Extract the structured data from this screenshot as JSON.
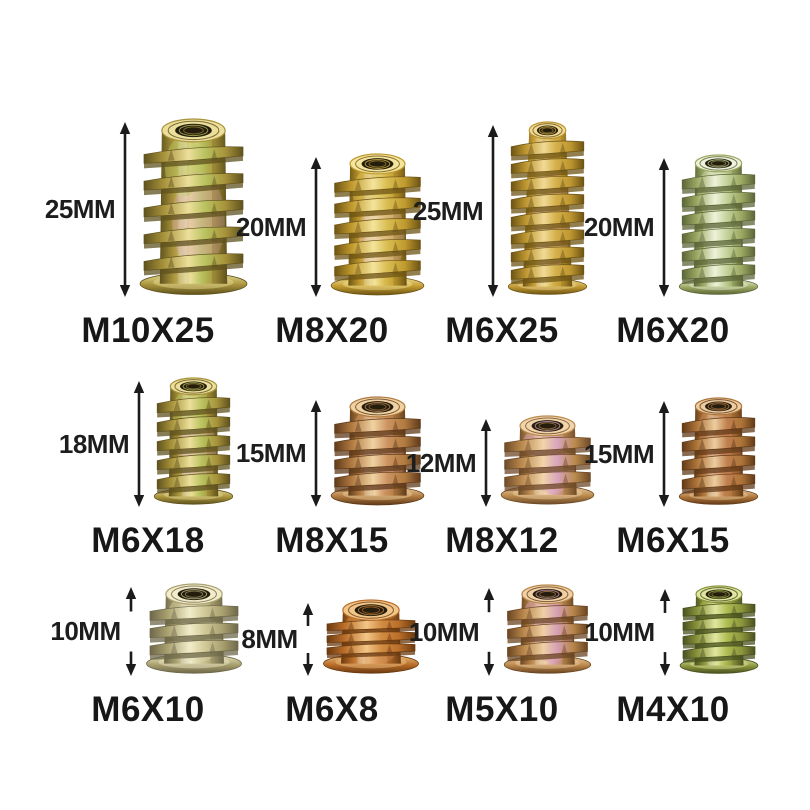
{
  "page": {
    "background": "#ffffff",
    "text_color": "#1d1d1d",
    "arrow_color": "#1b1b1b"
  },
  "rows": [
    {
      "items": [
        {
          "caption": "M10X25",
          "dim": "25MM",
          "mm": 25,
          "thread": 10,
          "fins": 5,
          "tone": "brass",
          "arrow": "full"
        },
        {
          "caption": "M8X20",
          "dim": "20MM",
          "mm": 20,
          "thread": 8,
          "fins": 5,
          "tone": "gold",
          "arrow": "full"
        },
        {
          "caption": "M6X25",
          "dim": "25MM",
          "mm": 25,
          "thread": 6,
          "fins": 8,
          "tone": "goldpink",
          "arrow": "full",
          "taper": 0.74
        },
        {
          "caption": "M6X20",
          "dim": "20MM",
          "mm": 20,
          "thread": 6,
          "fins": 6,
          "tone": "green",
          "arrow": "full"
        }
      ]
    },
    {
      "items": [
        {
          "caption": "M6X18",
          "dim": "18MM",
          "mm": 18,
          "thread": 6,
          "fins": 5,
          "tone": "brass",
          "arrow": "full"
        },
        {
          "caption": "M8X15",
          "dim": "15MM",
          "mm": 15,
          "thread": 8,
          "fins": 4,
          "tone": "copper",
          "arrow": "full"
        },
        {
          "caption": "M8X12",
          "dim": "12MM",
          "mm": 12,
          "thread": 8,
          "fins": 3,
          "tone": "pink",
          "arrow": "full"
        },
        {
          "caption": "M6X15",
          "dim": "15MM",
          "mm": 15,
          "thread": 6,
          "fins": 4,
          "tone": "copper2",
          "arrow": "full"
        }
      ]
    },
    {
      "items": [
        {
          "caption": "M6X10",
          "dim": "10MM",
          "mm": 10,
          "thread": 6,
          "fins": 3,
          "tone": "pale",
          "arrow": "split"
        },
        {
          "caption": "M6X8",
          "dim": "8MM",
          "mm": 8,
          "thread": 6,
          "fins": 3,
          "tone": "orange",
          "arrow": "split"
        },
        {
          "caption": "M5X10",
          "dim": "10MM",
          "mm": 10,
          "thread": 5,
          "fins": 3,
          "tone": "pinkgold",
          "arrow": "split"
        },
        {
          "caption": "M4X10",
          "dim": "10MM",
          "mm": 10,
          "thread": 4,
          "fins": 4,
          "tone": "olive",
          "arrow": "split"
        }
      ]
    }
  ]
}
